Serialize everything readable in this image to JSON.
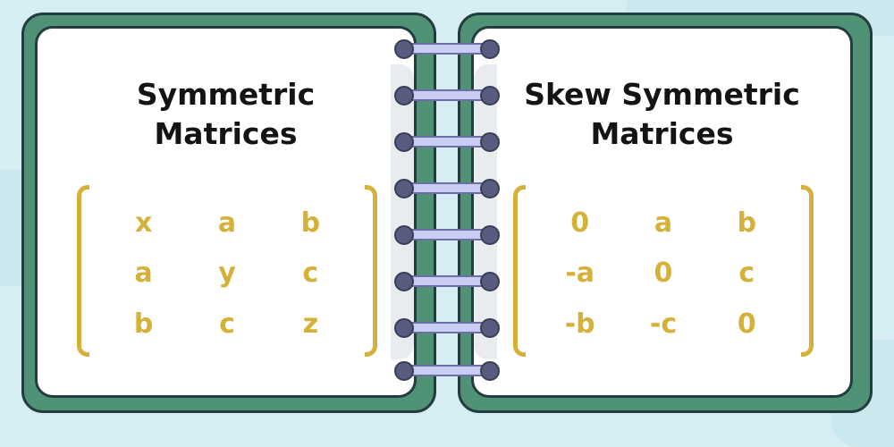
{
  "left_page": {
    "title_lines": [
      "Symmetric",
      "Matrices"
    ],
    "matrix": [
      [
        "x",
        "a",
        "b"
      ],
      [
        "a",
        "y",
        "c"
      ],
      [
        "b",
        "c",
        "z"
      ]
    ]
  },
  "right_page": {
    "title_lines": [
      "Skew Symmetric",
      "Matrices"
    ],
    "matrix": [
      [
        "0",
        "a",
        "b"
      ],
      [
        "-a",
        "0",
        "c"
      ],
      [
        "-b",
        "-c",
        "0"
      ]
    ]
  },
  "colors": {
    "background": "#d6eef3",
    "cover": "#4f9276",
    "outline": "#243c40",
    "matrix_text": "#d6b13a",
    "title_text": "#141414",
    "ring_wire": "#c9cdf2",
    "ring_hole": "#585c7e"
  },
  "icons": [
    "spiral-binding-ring-icon",
    "matrix-bracket-icon"
  ]
}
